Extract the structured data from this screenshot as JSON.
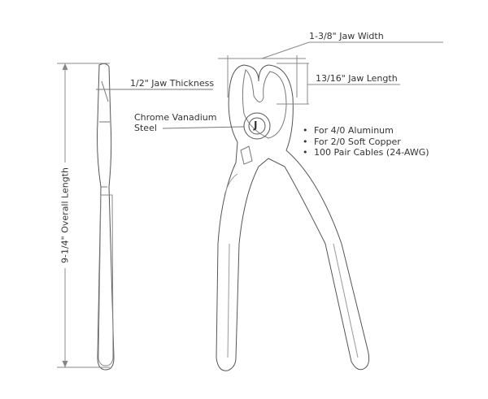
{
  "dimensions": {
    "overall_length": "9-1/4\" Overall Length",
    "jaw_thickness": "1/2\" Jaw Thickness",
    "jaw_width": "1-3/8\" Jaw Width",
    "jaw_length": "13/16\" Jaw Length"
  },
  "material": {
    "line1": "Chrome Vanadium",
    "line2": "Steel"
  },
  "features": [
    "For 4/0 Aluminum",
    "For 2/0 Soft Copper",
    "100 Pair Cables (24-AWG)"
  ],
  "logo": {
    "letter": "J"
  }
}
